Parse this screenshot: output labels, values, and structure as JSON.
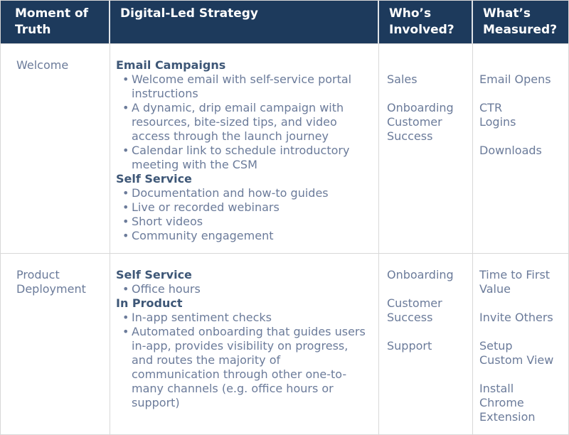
{
  "colors": {
    "header_bg": "#1d3a5c",
    "header_text": "#ffffff",
    "header_divider": "#dfe3e8",
    "border": "#d8d8d8",
    "heading_text": "#3e5777",
    "body_text": "#6b7b9a",
    "page_bg": "#ededed"
  },
  "table": {
    "columns": [
      {
        "id": "moment",
        "label": "Moment of Truth"
      },
      {
        "id": "strategy",
        "label": "Digital-Led Strategy"
      },
      {
        "id": "involved",
        "label": "Who’s Involved?"
      },
      {
        "id": "measured",
        "label": "What’s Measured?"
      }
    ],
    "rows": [
      {
        "moment": "Welcome",
        "strategy": [
          {
            "type": "heading",
            "text": "Email Campaigns"
          },
          {
            "type": "bullet",
            "text": "Welcome email with self-service portal instructions"
          },
          {
            "type": "bullet",
            "text": "A dynamic, drip email campaign with resources, bite-sized tips, and video access through the launch journey"
          },
          {
            "type": "bullet",
            "text": "Calendar link to schedule introductory meeting with the CSM"
          },
          {
            "type": "heading",
            "text": "Self Service"
          },
          {
            "type": "bullet",
            "text": "Documentation and how-to guides"
          },
          {
            "type": "bullet",
            "text": "Live or recorded webinars"
          },
          {
            "type": "bullet",
            "text": "Short videos"
          },
          {
            "type": "bullet",
            "text": "Community engagement"
          }
        ],
        "involved": [
          "Sales",
          "Onboarding\nCustomer Success"
        ],
        "measured": [
          "Email Opens",
          "CTR\nLogins",
          "Downloads"
        ]
      },
      {
        "moment": "Product Deployment",
        "strategy": [
          {
            "type": "heading",
            "text": "Self Service"
          },
          {
            "type": "bullet",
            "text": "Office hours"
          },
          {
            "type": "heading",
            "text": "In Product"
          },
          {
            "type": "bullet",
            "text": "In-app sentiment checks"
          },
          {
            "type": "bullet",
            "text": "Automated onboarding that guides users in-app, provides visibility on progress, and routes the majority of communication through other one-to-many channels (e.g. office hours or support)"
          }
        ],
        "involved": [
          "Onboarding",
          "Customer Success",
          "Support"
        ],
        "measured": [
          "Time to First\nValue",
          "Invite Others",
          "Setup\nCustom View",
          "Install\nChrome\nExtension"
        ]
      }
    ]
  }
}
